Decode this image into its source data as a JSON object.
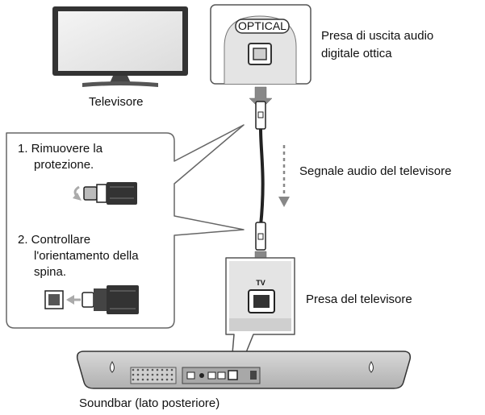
{
  "labels": {
    "optical_tag": "OPTICAL",
    "optical_output_line1": "Presa di uscita audio",
    "optical_output_line2": "digitale ottica",
    "tv": "Televisore",
    "step1_line1": "1. Rimuovere la",
    "step1_line2": "protezione.",
    "step2_line1": "2. Controllare",
    "step2_line2": "l'orientamento della",
    "step2_line3": "spina.",
    "signal": "Segnale audio del televisore",
    "tv_jack_tag": "TV",
    "tv_jack": "Presa del televisore",
    "soundbar": "Soundbar (lato posteriore)"
  }
}
